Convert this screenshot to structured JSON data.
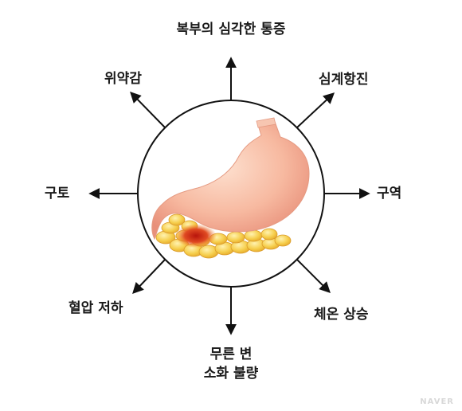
{
  "symptoms": {
    "top": "복부의 심각한 통증",
    "top_right": "심계항진",
    "right": "구역",
    "bottom_right": "체온 상승",
    "bottom_line1": "무른 변",
    "bottom_line2": "소화 불량",
    "bottom_left": "혈압 저하",
    "left": "구토",
    "top_left": "위약감"
  },
  "watermark": "NAVER",
  "colors": {
    "arrow": "#111111",
    "stomach": "#f6b39a",
    "pancreas": "#f5c84a",
    "inflammation": "#d9331f"
  },
  "icons": [
    "stomach-illustration",
    "pancreas-illustration"
  ]
}
